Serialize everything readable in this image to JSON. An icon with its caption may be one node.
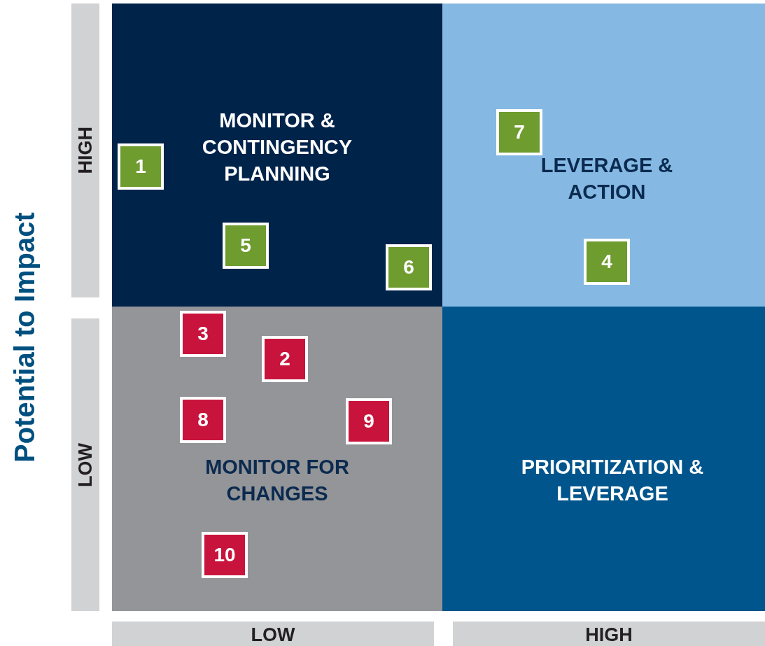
{
  "diagram": {
    "nodes": [
      {
        "text": [
          "HIGH"
        ]
      },
      {
        "text": [
          "MONITOR & CONTINGENCY PLANNING"
        ]
      },
      {
        "text": [
          "1"
        ],
        "in": 1
      },
      {
        "text": [
          "5"
        ],
        "in": 1
      },
      {
        "text": [
          "6"
        ],
        "in": 1
      },
      {
        "text": [
          "LEVERAGE & ACTION"
        ]
      },
      {
        "text": [
          "7"
        ],
        "in": 5
      },
      {
        "text": [
          "4"
        ],
        "in": 5
      },
      {
        "text": [
          "LOW"
        ]
      },
      {
        "text": [
          "MONITOR FOR CHANGES"
        ]
      },
      {
        "text": [
          "3"
        ],
        "in": 9
      },
      {
        "text": [
          "2"
        ],
        "in": 9
      },
      {
        "text": [
          "8"
        ],
        "in": 9
      },
      {
        "text": [
          "9"
        ],
        "in": 9
      },
      {
        "text": [
          "10"
        ],
        "in": 9
      },
      {
        "text": [
          "PRIORITIZATION & LEVERAGE"
        ]
      },
      {
        "text": [
          "LOW"
        ]
      },
      {
        "text": [
          "HIGH"
        ]
      }
    ],
    "labels": [
      "Potential to Impact"
    ]
  }
}
